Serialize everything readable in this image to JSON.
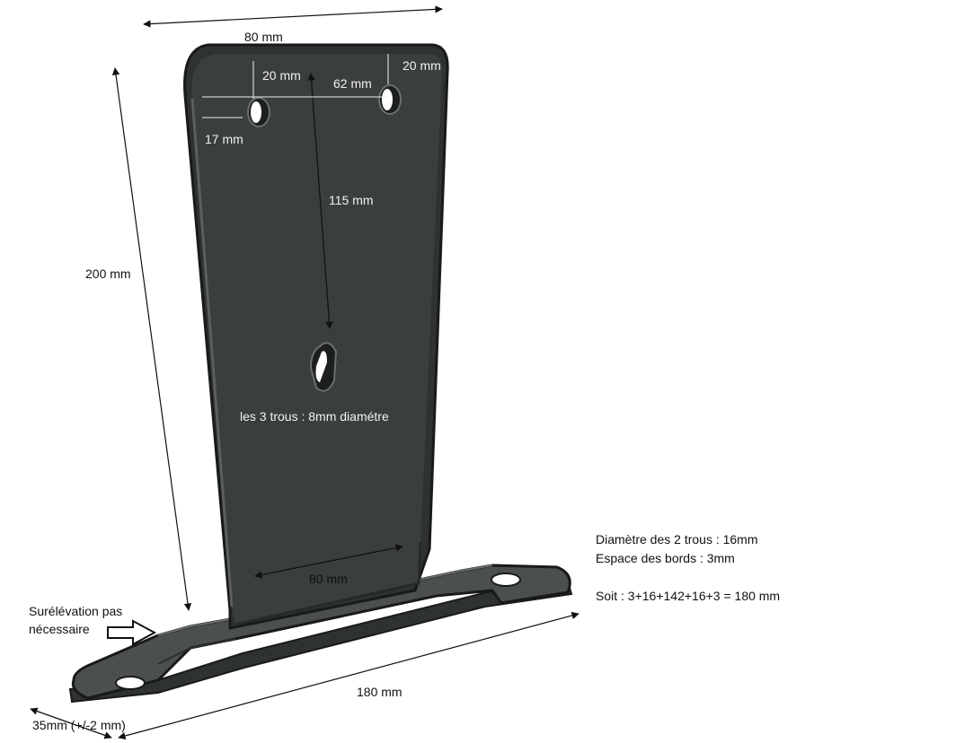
{
  "colors": {
    "metal_dark": "#3a3e3d",
    "metal_mid": "#4b504f",
    "metal_light": "#6a706e",
    "outline": "#1a1a1a",
    "dimension_line": "#111111",
    "dimension_line_on_part": "#f0f0f0",
    "label_on_part": "#f2f2f2"
  },
  "dimensions": {
    "top_width": "80 mm",
    "left_hole_from_top": "20 mm",
    "right_hole_from_top": "20 mm",
    "hole_spacing": "62 mm",
    "left_hole_from_side": "17 mm",
    "hole_to_keyhole": "115 mm",
    "total_height": "200 mm",
    "bottom_width": "80 mm",
    "base_length": "180 mm",
    "base_width": "35mm (+/-2 mm)"
  },
  "notes": {
    "small_holes": "les 3 trous : 8mm diamétre",
    "raise_line1": "Surélévation pas",
    "raise_line2": "nécessaire",
    "large_holes_diameter": "Diamètre des 2 trous : 16mm",
    "edge_spacing": "Espace des bords : 3mm",
    "total_calc": "Soit : 3+16+142+16+3 = 180 mm"
  },
  "icons": {
    "raise_arrow": "outline-right-arrow-icon"
  }
}
